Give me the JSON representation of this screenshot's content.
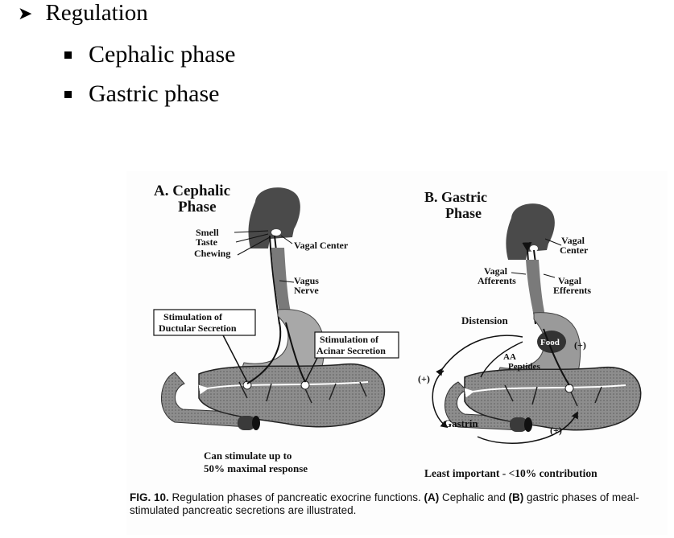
{
  "slide": {
    "bullets": {
      "main": "Regulation",
      "sub": [
        "Cephalic phase",
        "Gastric phase"
      ]
    }
  },
  "figure": {
    "panel_a": {
      "title_line1": "A. Cephalic",
      "title_line2": "Phase",
      "smell": "Smell",
      "taste": "Taste",
      "chewing": "Chewing",
      "vagal_center": "Vagal Center",
      "vagus": "Vagus",
      "nerve": "Nerve",
      "box1_line1": "Stimulation of",
      "box1_line2": "Ductular Secretion",
      "box2_line1": "Stimulation of",
      "box2_line2": "Acinar Secretion",
      "footer_line1": "Can stimulate up to",
      "footer_line2": "50% maximal response"
    },
    "panel_b": {
      "title_line1": "B. Gastric",
      "title_line2": "Phase",
      "vagal_center_1": "Vagal",
      "vagal_center_2": "Center",
      "vagal_afferents_1": "Vagal",
      "vagal_afferents_2": "Afferents",
      "vagal_efferents_1": "Vagal",
      "vagal_efferents_2": "Efferents",
      "distension": "Distension",
      "food": "Food",
      "plus_right": "(+)",
      "aa": "AA",
      "peptides": "Peptides",
      "plus_left": "(+)",
      "gastrin": "Gastrin",
      "plus_bottom": "(+)",
      "footer": "Least important - <10% contribution"
    },
    "caption": {
      "label": "FIG. 10.",
      "text1": " Regulation phases of pancreatic exocrine functions. ",
      "a": "(A)",
      "text2": " Cephalic and ",
      "b": "(B)",
      "text3": " gastric phases of meal-stimulated pancreatic secretions are illustrated."
    }
  }
}
